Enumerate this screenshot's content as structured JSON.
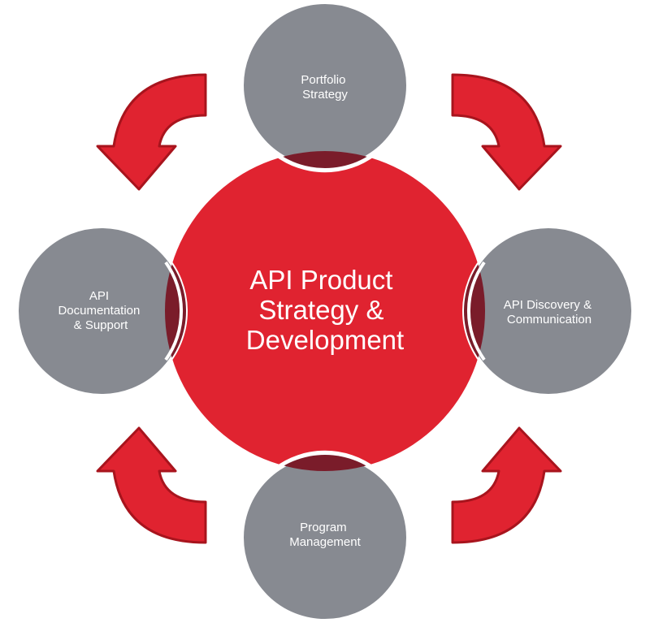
{
  "diagram": {
    "center": {
      "lines": [
        "API Product",
        "Strategy &",
        "Development"
      ],
      "color": "#e02330"
    },
    "satellites": [
      {
        "id": "top",
        "lines": [
          "Portfolio",
          "Strategy"
        ]
      },
      {
        "id": "right",
        "lines": [
          "API Discovery &",
          "Communication"
        ]
      },
      {
        "id": "bottom",
        "lines": [
          "Program",
          "Management"
        ]
      },
      {
        "id": "left",
        "lines": [
          "API",
          "Documentation",
          "& Support"
        ]
      }
    ],
    "colors": {
      "satellite": "#878a91",
      "overlap": "#7a1c2a",
      "arrow": "#e02330",
      "arrow_outline": "#a8141d",
      "outline": "#ffffff"
    }
  }
}
